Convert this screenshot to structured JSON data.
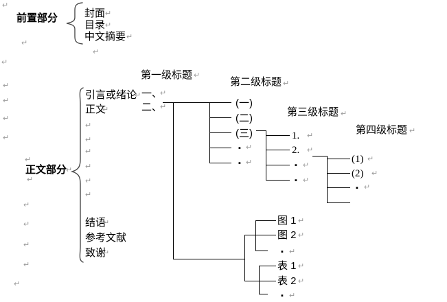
{
  "front": {
    "label": "前置部分",
    "items": [
      "封面",
      "目录",
      "中文摘要"
    ]
  },
  "body": {
    "label": "正文部分",
    "intro": "引言或绪论",
    "main_text": "正文",
    "closing": "结语",
    "references": "参考文献",
    "thanks": "致谢"
  },
  "headings": {
    "l1": "第一级标题",
    "l2": "第二级标题",
    "l3": "第三级标题",
    "l4": "第四级标题"
  },
  "outline": {
    "l1": [
      "一、",
      "二、"
    ],
    "l2": [
      "(一)",
      "(二)",
      "(三)",
      "▪",
      "▪"
    ],
    "l3": [
      "1.",
      "2.",
      "▪",
      "▪"
    ],
    "l4": [
      "(1)",
      "(2)",
      "▪"
    ],
    "figures": [
      "图 1",
      "图 2",
      "▪"
    ],
    "tables": [
      "表 1",
      "表 2",
      "▪"
    ]
  },
  "glyphs": {
    "paragraph_mark": "↵"
  }
}
